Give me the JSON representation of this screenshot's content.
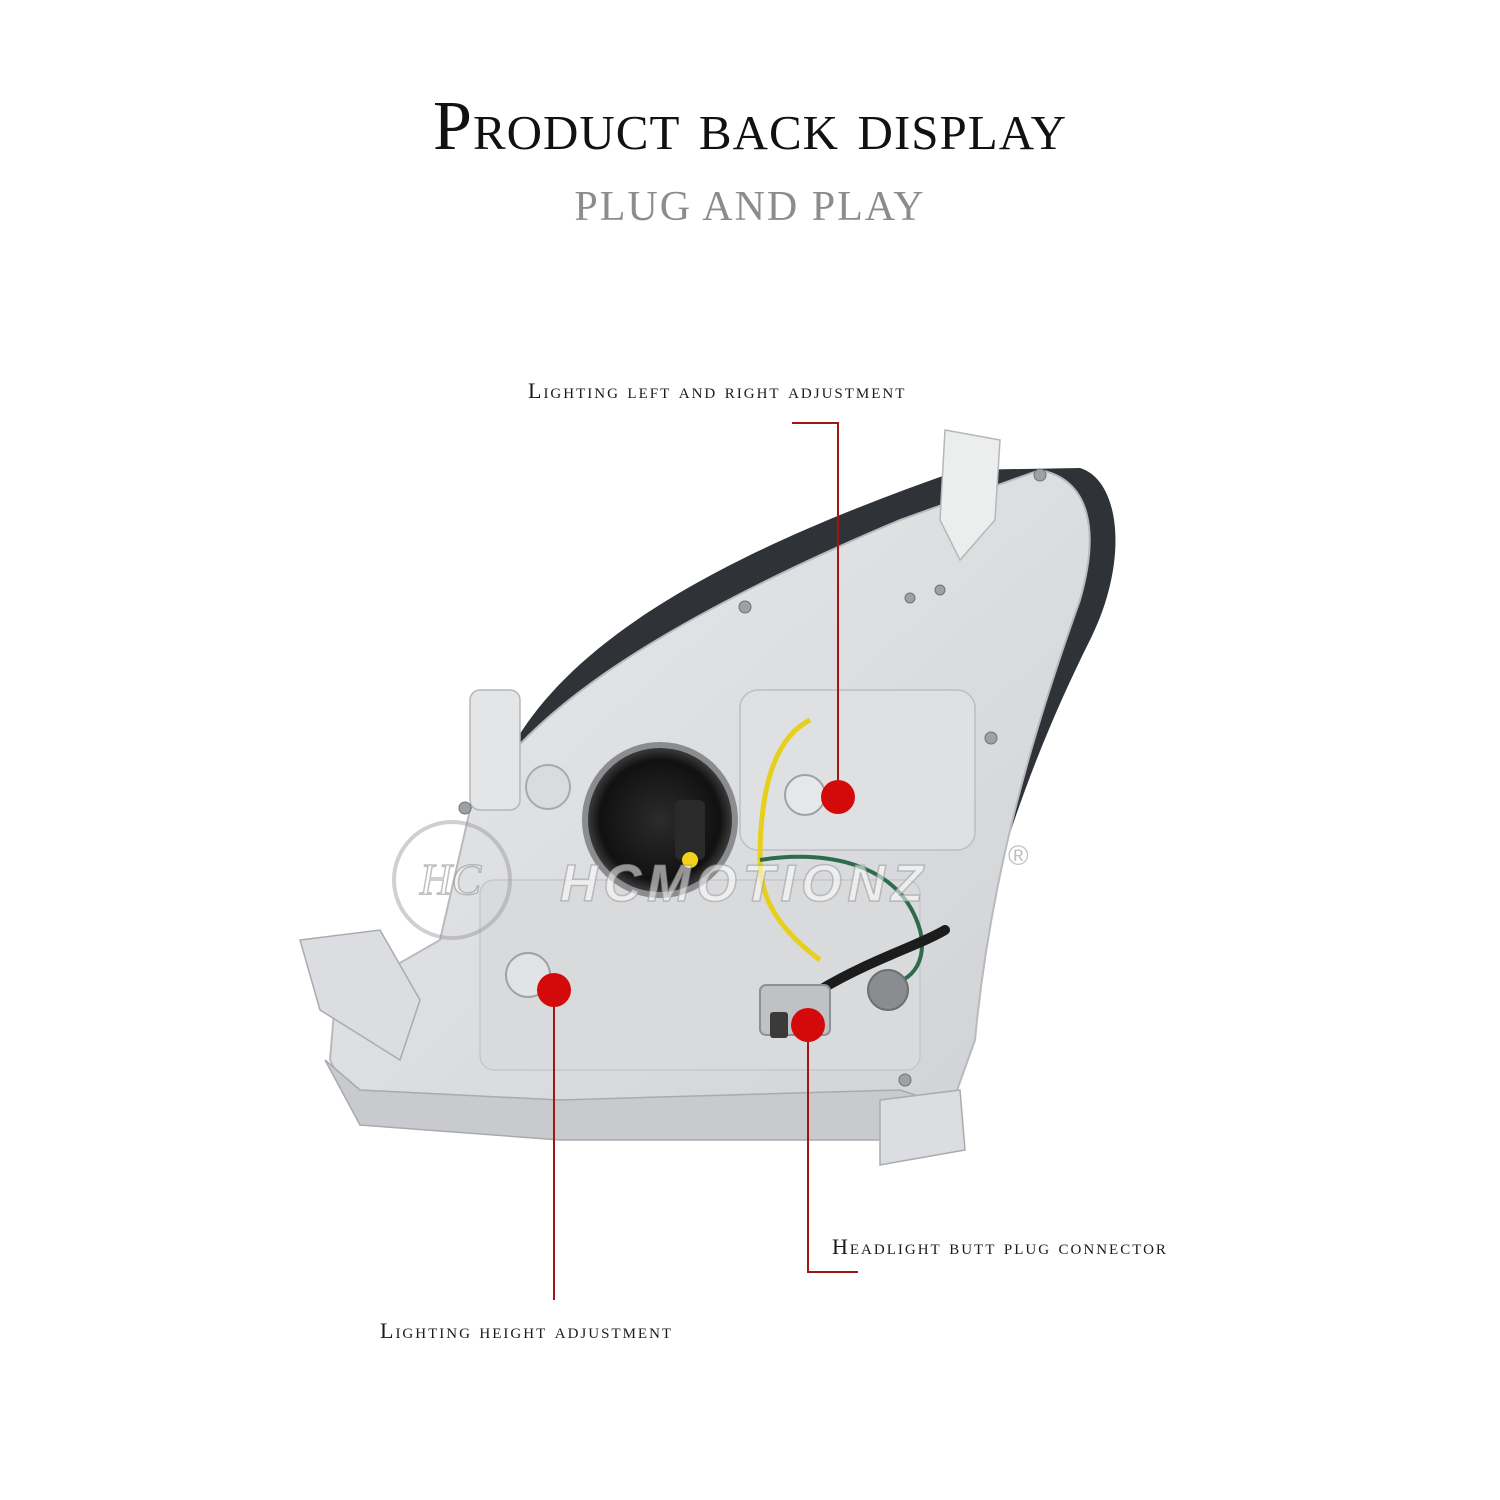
{
  "header": {
    "title": "Product back display",
    "subtitle": "PLUG AND PLAY"
  },
  "callouts": {
    "left_right": "Lighting left and right adjustment",
    "height": "Lighting height adjustment",
    "plug": "Headlight butt plug connector"
  },
  "watermark": {
    "text": "HCMOTIONZ",
    "monogram": "HC",
    "mark": "®"
  },
  "colors": {
    "callout_red": "#d40a0a",
    "line_red": "#a31515"
  }
}
